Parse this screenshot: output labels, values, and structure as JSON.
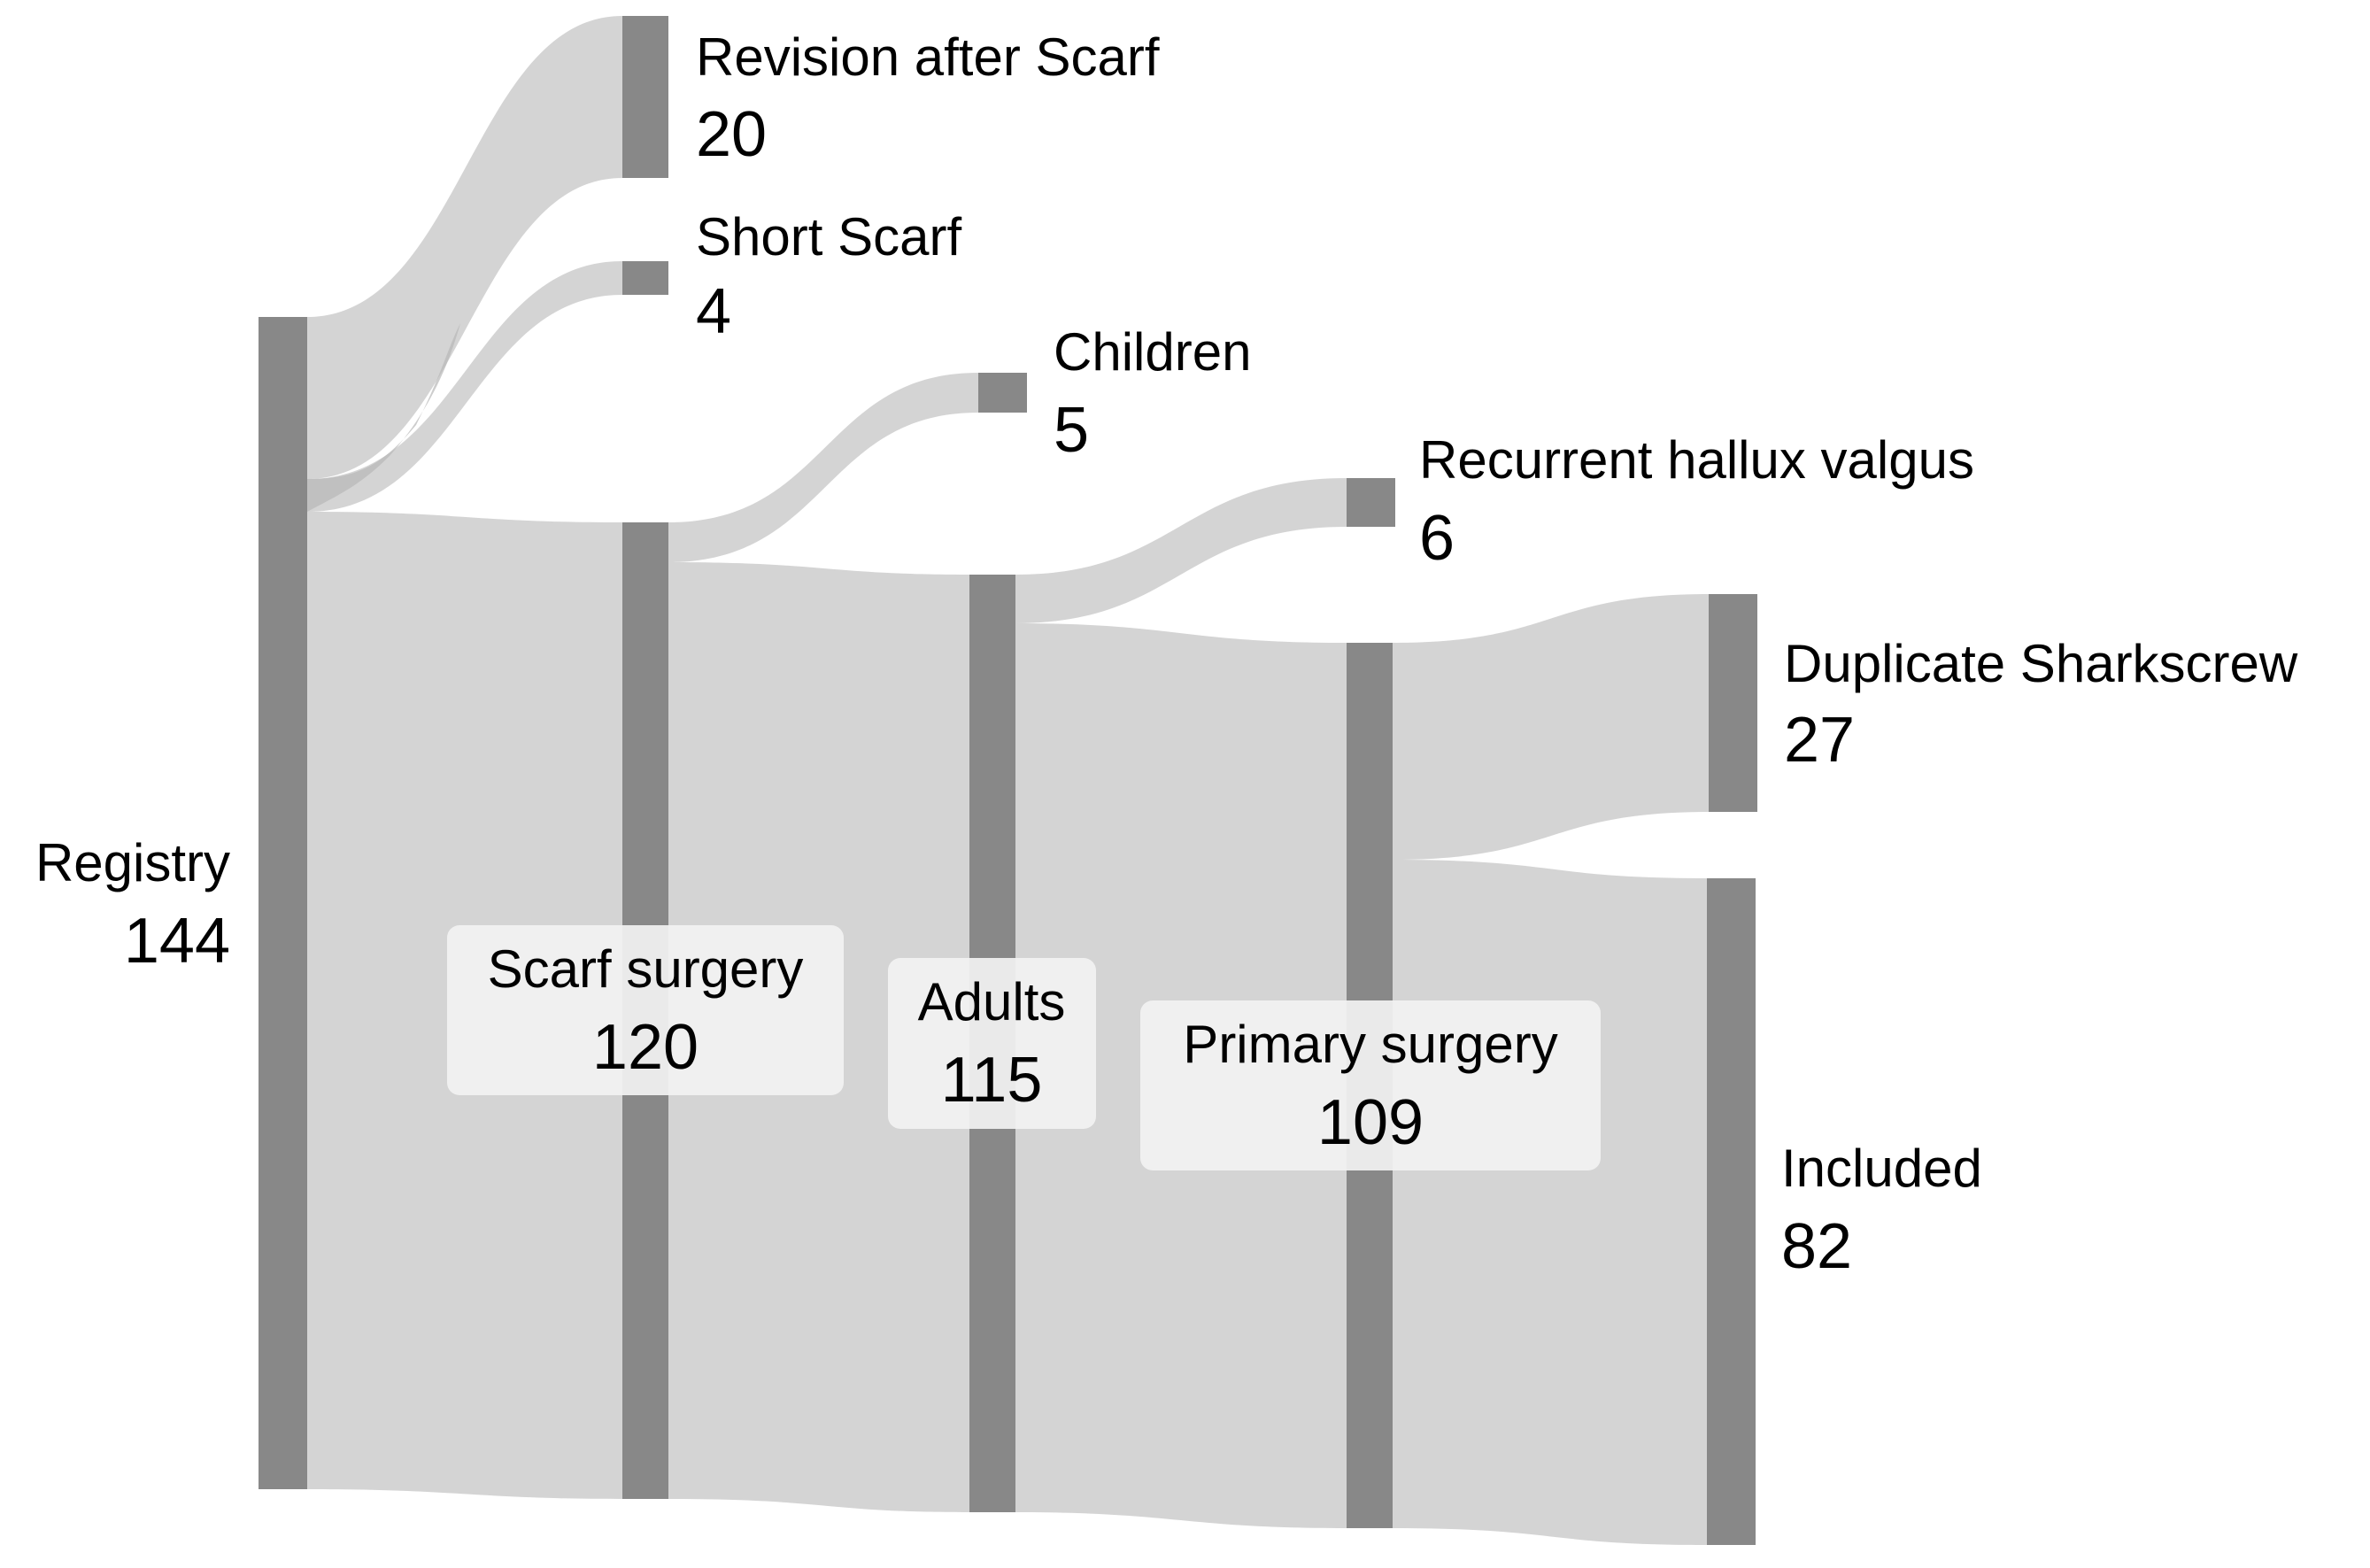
{
  "diagram": {
    "type": "sankey",
    "colors": {
      "node": "#888888",
      "link": "#d4d4d4",
      "link_dark": "#b8b8b8",
      "label_box": "#f2f2f2"
    },
    "nodes": [
      {
        "id": "registry",
        "name": "Registry",
        "value": "144"
      },
      {
        "id": "revision",
        "name": "Revision after Scarf",
        "value": "20"
      },
      {
        "id": "short",
        "name": "Short Scarf",
        "value": "4"
      },
      {
        "id": "scarf",
        "name": "Scarf surgery",
        "value": "120"
      },
      {
        "id": "children",
        "name": "Children",
        "value": "5"
      },
      {
        "id": "adults",
        "name": "Adults",
        "value": "115"
      },
      {
        "id": "recurrent",
        "name": "Recurrent hallux valgus",
        "value": "6"
      },
      {
        "id": "primary",
        "name": "Primary surgery",
        "value": "109"
      },
      {
        "id": "duplicate",
        "name": "Duplicate Sharkscrew",
        "value": "27"
      },
      {
        "id": "included",
        "name": "Included",
        "value": "82"
      }
    ],
    "links": [
      {
        "source": "registry",
        "target": "revision",
        "value": 20
      },
      {
        "source": "registry",
        "target": "short",
        "value": 4
      },
      {
        "source": "registry",
        "target": "scarf",
        "value": 120
      },
      {
        "source": "scarf",
        "target": "children",
        "value": 5
      },
      {
        "source": "scarf",
        "target": "adults",
        "value": 115
      },
      {
        "source": "adults",
        "target": "recurrent",
        "value": 6
      },
      {
        "source": "adults",
        "target": "primary",
        "value": 109
      },
      {
        "source": "primary",
        "target": "duplicate",
        "value": 27
      },
      {
        "source": "primary",
        "target": "included",
        "value": 82
      }
    ]
  }
}
